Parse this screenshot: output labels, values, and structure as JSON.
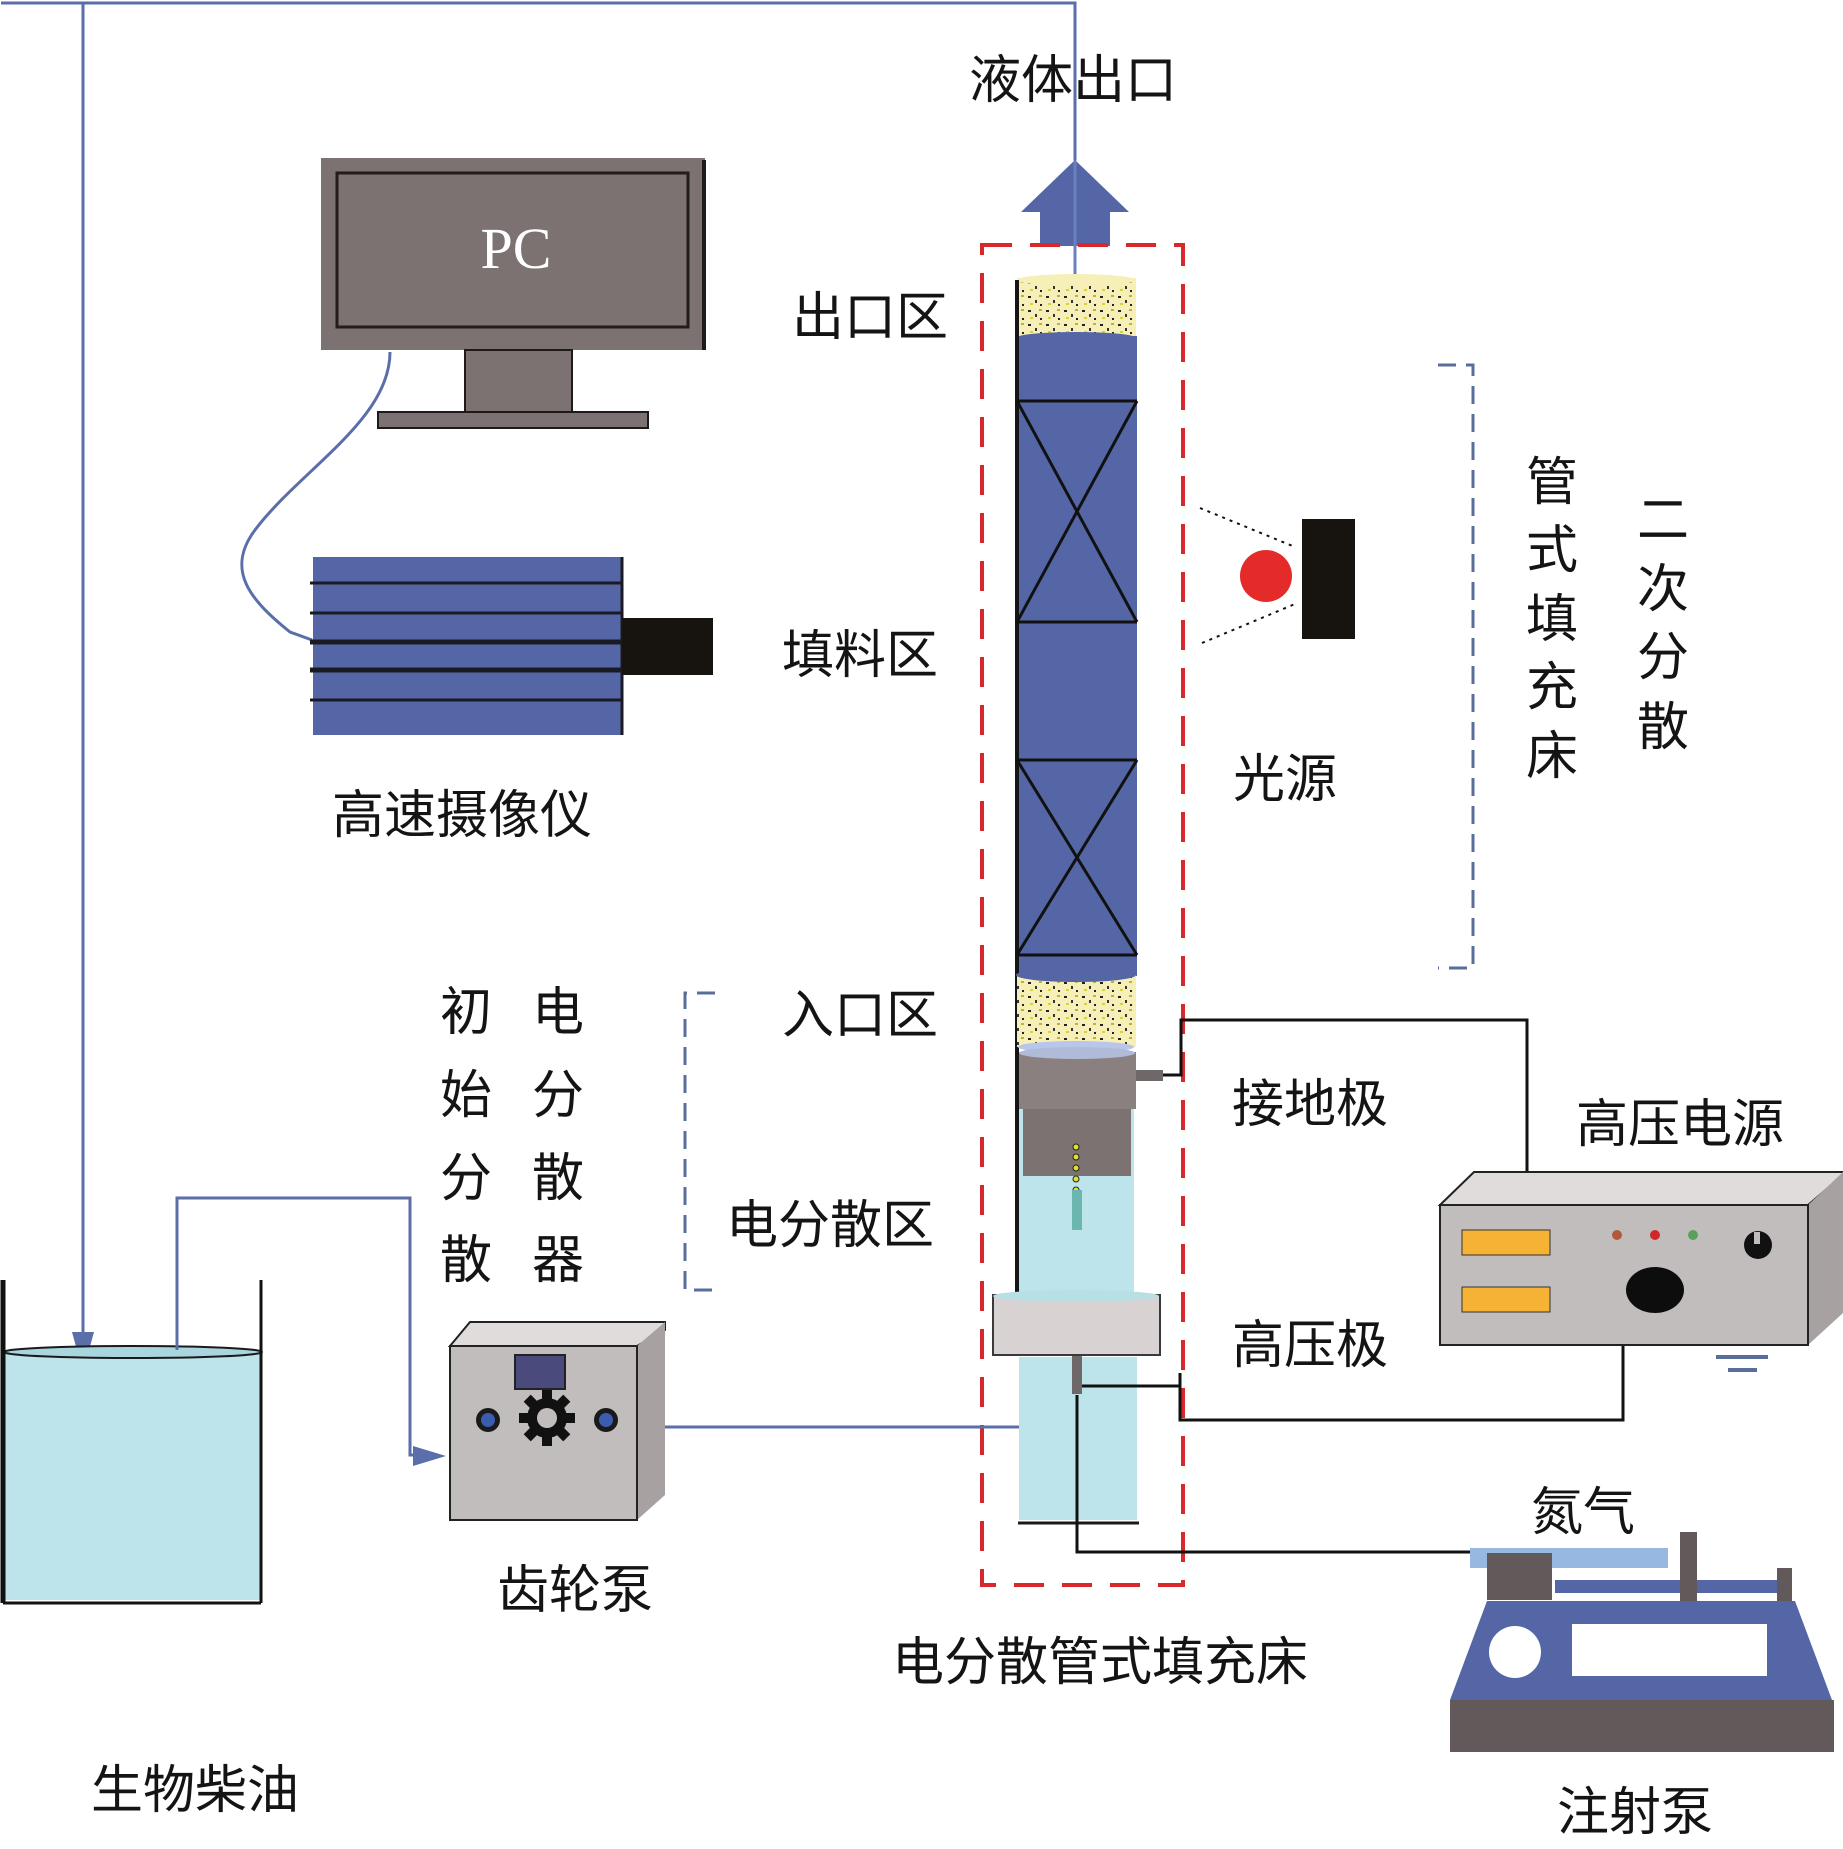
{
  "title": "电分散管式填充床",
  "colors": {
    "flow_line": "#5a6eaa",
    "column_blue": "#5566a6",
    "packing_foam": "#f6f0b8",
    "liquid": "#bde3eb",
    "red_box": "#d8282c",
    "bracket": "#5a6e9a",
    "device_gray": "#c2bdbd",
    "monitor_gray": "#7b7271",
    "display_amber": "#f5b234",
    "light_red": "#e52a2a"
  },
  "labels": {
    "liquid_outlet": "液体出口",
    "pc": "PC",
    "camera": "高速摄像仪",
    "outlet_zone": "出口区",
    "packing_zone": "填料区",
    "inlet_zone": "入口区",
    "electro_zone": "电分散区",
    "light_source": "光源",
    "secondary_bed": [
      "管",
      "式",
      "填",
      "充",
      "床"
    ],
    "secondary_dispersion": [
      "二",
      "次",
      "分",
      "散"
    ],
    "initial_dispersion": [
      "初",
      "始",
      "分",
      "散"
    ],
    "electro_disperser": [
      "电",
      "分",
      "散",
      "器"
    ],
    "ground_electrode": "接地极",
    "hv_electrode": "高压极",
    "hv_supply": "高压电源",
    "nitrogen": "氮气",
    "syringe_pump": "注射泵",
    "gear_pump": "齿轮泵",
    "biodiesel": "生物柴油",
    "column_caption": "电分散管式填充床"
  }
}
